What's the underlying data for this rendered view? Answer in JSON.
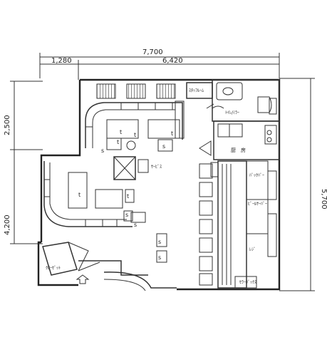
{
  "dimensions": {
    "total_width": "7,700",
    "left_width": "1,280",
    "right_width": "6,420",
    "upper_height": "2,500",
    "lower_height": "4,200",
    "right_height": "5,700"
  },
  "labels": {
    "top_room": "ｽﾀｯﾌﾙｰﾑ",
    "toilet": "ﾄｲﾚ/ﾐﾗｰ",
    "kitchen": "厨　房",
    "closet": "ｸﾛｰｾﾞｯﾄ",
    "counter_1": "ﾊﾞｯｸﾊﾞｰ",
    "counter_2": "ﾋﾞｰﾙｻｰﾊﾞｰ",
    "counter_3": "ﾚｼﾞ",
    "bottom_right": "ｾﾗｰﾎﾞｯｸｽ",
    "mid_tag": "ｻｰﾋﾞｽ"
  },
  "markers": {
    "table": "t",
    "seat": "s"
  }
}
